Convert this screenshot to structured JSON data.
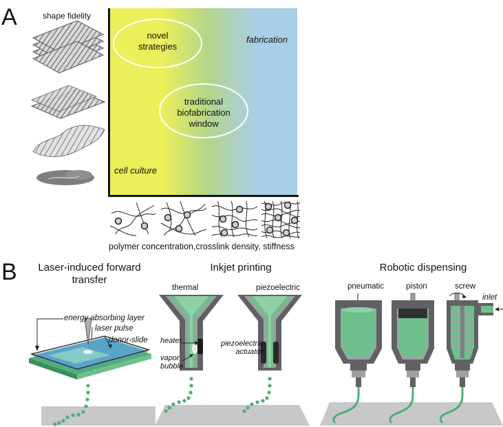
{
  "panel_a": {
    "letter": "A",
    "shape_fidelity_label": "shape fidelity",
    "novel_strategies": "novel\nstrategies",
    "traditional_window": "traditional\nbiofabrication\nwindow",
    "fabrication_label": "fabrication",
    "cell_culture_label": "cell culture",
    "x_axis_label": "polymer concentration,crosslink density, stiffness",
    "gradient_colors": [
      "#ecee5a",
      "#b3d68a",
      "#a9cfe6"
    ]
  },
  "panel_b": {
    "letter": "B",
    "lift": {
      "title": "Laser-induced forward\ntransfer",
      "energy_label": "energy absorbing layer",
      "laser_label": "laser pulse",
      "donor_label": "donor-slide"
    },
    "inkjet": {
      "title": "Inkjet printing",
      "thermal_label": "thermal",
      "piezo_label": "piezoelectric",
      "heater_label": "heater",
      "vapor_label": "vapor\nbubble",
      "actuator_label": "piezoelectric\nactuator"
    },
    "robotic": {
      "title": "Robotic dispensing",
      "pneumatic_label": "pneumatic",
      "piston_label": "piston",
      "screw_label": "screw",
      "inlet_label": "inlet"
    },
    "colors": {
      "bioink": "#4fae74",
      "bioink_light": "#8fd0a6",
      "nozzle": "#5f6163",
      "substrate": "#c7c8c9"
    }
  }
}
